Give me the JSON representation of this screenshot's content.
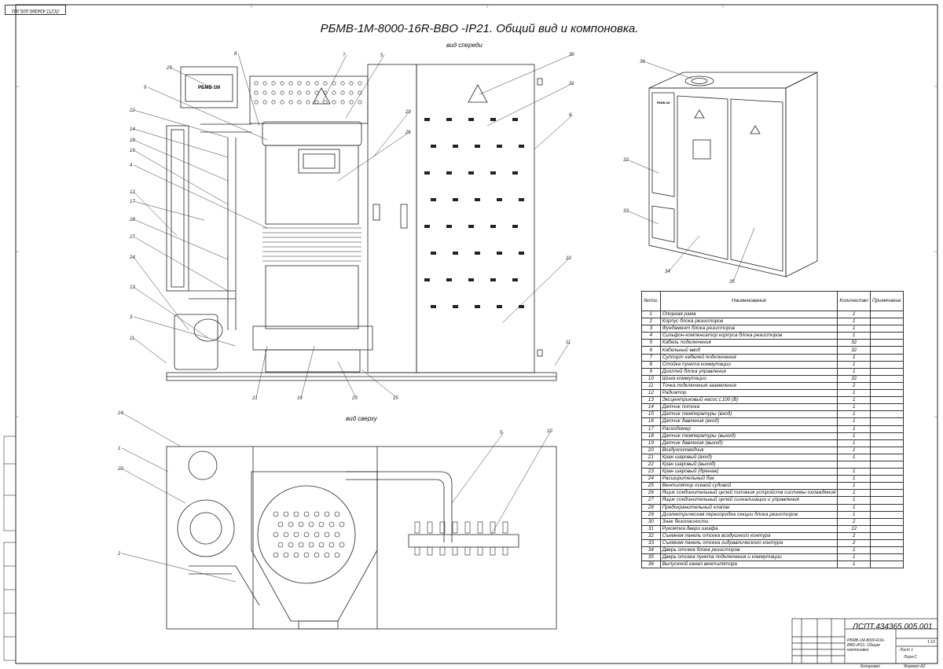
{
  "title": "РБМВ-1М-8000-16R-ВВО -IP21. Общий вид и компоновка.",
  "front_view_label": "вид спереди",
  "top_view_label": "вид сверху",
  "nameplate": "РБМВ-1М",
  "doc_code_rotated": "ЛСПТ.434365.005.001",
  "spec_table": {
    "headers": [
      "№поз.",
      "Наименование",
      "Количество",
      "Примечание"
    ],
    "rows": [
      {
        "pos": "1",
        "name": "Опорная рама",
        "qty": "1"
      },
      {
        "pos": "2",
        "name": "Корпус блока резисторов",
        "qty": "1"
      },
      {
        "pos": "3",
        "name": "Фундамент блока резисторов",
        "qty": "1"
      },
      {
        "pos": "4",
        "name": "Сильфон-компенсатор корпуса блока резисторов",
        "qty": "1"
      },
      {
        "pos": "5",
        "name": "Кабель подключения",
        "qty": "32"
      },
      {
        "pos": "6",
        "name": "Кабельный ввод",
        "qty": "32"
      },
      {
        "pos": "7",
        "name": "Суппорт кабелей подключения",
        "qty": "1"
      },
      {
        "pos": "8",
        "name": "Стойка пункта коммутации",
        "qty": "1"
      },
      {
        "pos": "9",
        "name": "Диоллей блока управления",
        "qty": "1"
      },
      {
        "pos": "10",
        "name": "Шина коммутации",
        "qty": "32"
      },
      {
        "pos": "11",
        "name": "Точка подключения заземления",
        "qty": "2"
      },
      {
        "pos": "12",
        "name": "Радиатор",
        "qty": "1"
      },
      {
        "pos": "13",
        "name": "Эксцентриковый насос L100 (В)",
        "qty": "1"
      },
      {
        "pos": "14",
        "name": "Датчик потока",
        "qty": "1"
      },
      {
        "pos": "15",
        "name": "Датчик температуры (вход)",
        "qty": "1"
      },
      {
        "pos": "16",
        "name": "Датчик давления (вход)",
        "qty": "1"
      },
      {
        "pos": "17",
        "name": "Расходомер",
        "qty": "1"
      },
      {
        "pos": "18",
        "name": "Датчик температуры (выход)",
        "qty": "1"
      },
      {
        "pos": "19",
        "name": "Датчик давления (выход)",
        "qty": "1"
      },
      {
        "pos": "20",
        "name": "Воздухоотводчик",
        "qty": "1"
      },
      {
        "pos": "21",
        "name": "Кран шаровый (вход)",
        "qty": "1"
      },
      {
        "pos": "22",
        "name": "Кран шаровый (выход)",
        "qty": ""
      },
      {
        "pos": "23",
        "name": "Кран шаровый (дренаж)",
        "qty": "1"
      },
      {
        "pos": "24",
        "name": "Расширительный бак",
        "qty": "1"
      },
      {
        "pos": "25",
        "name": "Вентилятор осевой судовой",
        "qty": "1"
      },
      {
        "pos": "26",
        "name": "Ящик соединительный цепей питания устройств системы охлаждения",
        "qty": "1"
      },
      {
        "pos": "27",
        "name": "Ящик соединительный цепей сигнализации и управления",
        "qty": "1"
      },
      {
        "pos": "28",
        "name": "Предохранительный клапан",
        "qty": "1"
      },
      {
        "pos": "29",
        "name": "Диэлектрическая перегородка секции блока резисторов",
        "qty": "1"
      },
      {
        "pos": "30",
        "name": "Знак безопасности",
        "qty": "2"
      },
      {
        "pos": "31",
        "name": "Рукоятка двери шкафа",
        "qty": "12"
      },
      {
        "pos": "32",
        "name": "Съемная панель отсека воздушного контура",
        "qty": "2"
      },
      {
        "pos": "33",
        "name": "Съемная панель отсека гидравлического контура",
        "qty": "2"
      },
      {
        "pos": "34",
        "name": "Дверь отсека блока резисторов",
        "qty": "1"
      },
      {
        "pos": "35",
        "name": "Дверь отсека пункта подключения и коммутации",
        "qty": "1"
      },
      {
        "pos": "36",
        "name": "Выпускной канал вентилятора",
        "qty": "1"
      }
    ]
  },
  "title_block": {
    "code": "ЛСПТ.434365.005.001",
    "name": "РБМВ-1М-8000-R16-ВВО-IP21. Общая компоновка",
    "scale": "1:10",
    "material": "Лира-С",
    "sheet": "Лист 1",
    "copied": "Копировал",
    "format": "Формат А2"
  },
  "front_view_callouts": [
    "25",
    "9",
    "22",
    "14",
    "18",
    "19",
    "4",
    "12",
    "17",
    "28",
    "27",
    "24",
    "13",
    "3",
    "11",
    "8",
    "7",
    "5",
    "29",
    "26",
    "30",
    "31",
    "6",
    "10",
    "11",
    "21",
    "16",
    "23",
    "15"
  ],
  "top_view_callouts": [
    "24",
    "1",
    "20",
    "2",
    "5",
    "10"
  ],
  "iso_callouts": [
    "36",
    "32",
    "33",
    "34",
    "35"
  ]
}
